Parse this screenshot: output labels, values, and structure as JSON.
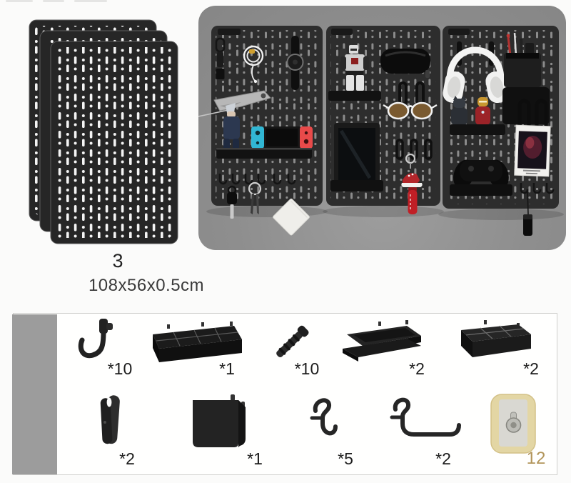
{
  "stack": {
    "count": "3",
    "size": "108x56x0.5cm",
    "board_color": "#262626",
    "hole_color": "#ffffff"
  },
  "photo": {
    "wall_color": "#8e8e8e",
    "board_color": "#2d2d2d",
    "items": [
      "carabiner-keychain",
      "earphone-cable-coil",
      "wrist-watch",
      "multitool",
      "ninja-figurine",
      "nintendo-switch",
      "key",
      "keyring-keys",
      "white-envelope",
      "robot-figurine",
      "glasses-case",
      "sunglasses",
      "tablet",
      "sneaker-keychain",
      "white-headphones",
      "pens-and-cables",
      "pen-cup",
      "storage-box",
      "batman-figurine",
      "ironman-figurine",
      "art-card",
      "game-controller",
      "flashlight"
    ]
  },
  "accessories": {
    "items": [
      {
        "name": "peg-hook",
        "qty": "*10"
      },
      {
        "name": "compartment-tray",
        "qty": "*1"
      },
      {
        "name": "peg-screw",
        "qty": "*10"
      },
      {
        "name": "flat-shelf",
        "qty": "*2"
      },
      {
        "name": "divided-organizer",
        "qty": "*2"
      },
      {
        "name": "clip",
        "qty": "*2"
      },
      {
        "name": "holder-cup",
        "qty": "*1"
      },
      {
        "name": "s-hook",
        "qty": "*5"
      },
      {
        "name": "rail-hook",
        "qty": "*2"
      },
      {
        "name": "adhesive-anchor",
        "qty": "12"
      }
    ],
    "accent_qty_color": "#b2955a"
  }
}
